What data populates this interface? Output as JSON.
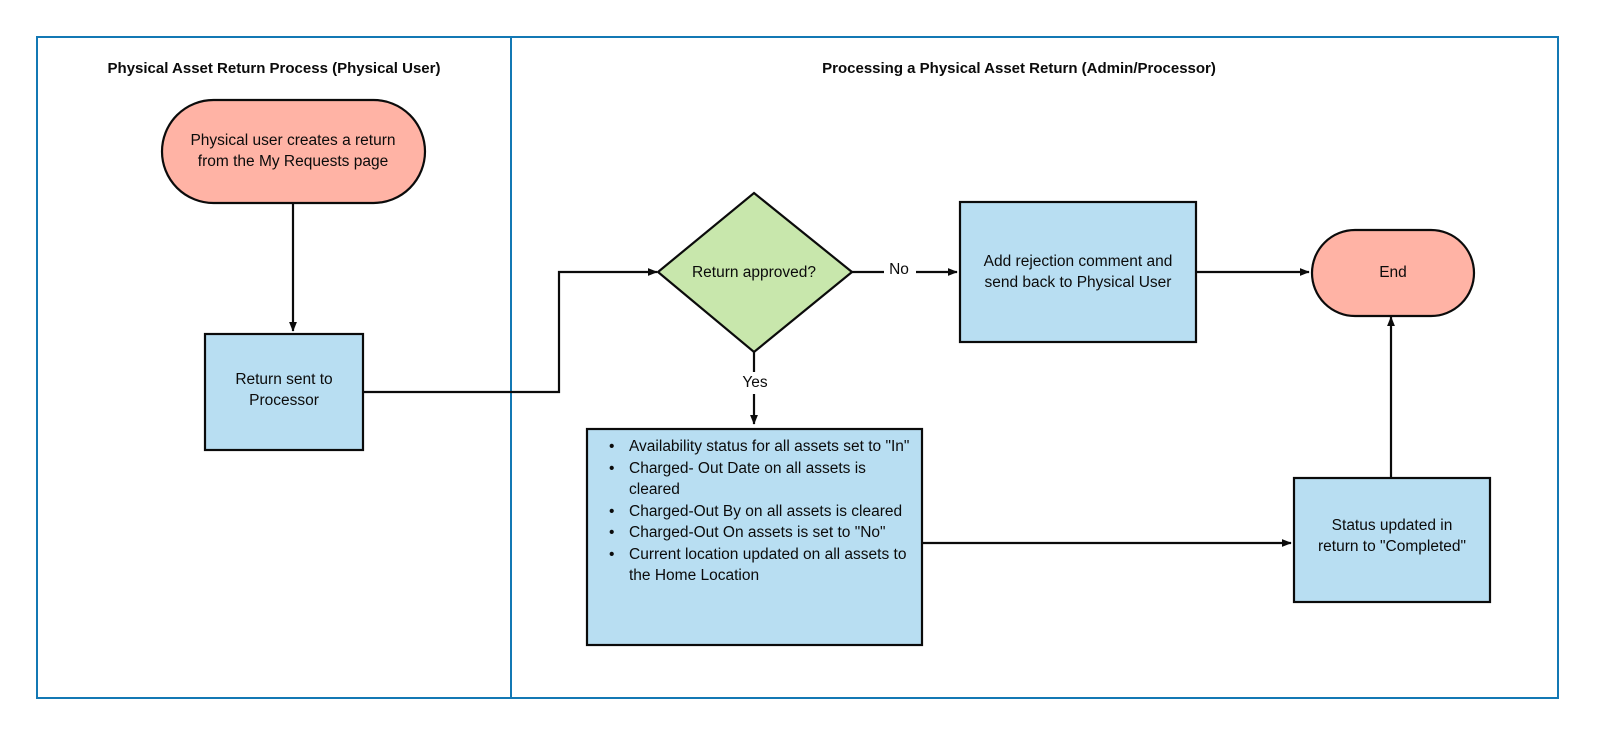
{
  "diagram": {
    "title_left": "Physical Asset Return Process (Physical User)",
    "title_right": "Processing a Physical Asset Return (Admin/Processor)",
    "colors": {
      "frame": "#1378b4",
      "start_end_fill": "#ffb3a5",
      "process_fill": "#b8def2",
      "decision_fill": "#c8e7ac",
      "shape_stroke": "#0b0b0b"
    },
    "nodes": {
      "start": {
        "type": "terminator",
        "line1": "Physical user creates a return",
        "line2": "from the My Requests page"
      },
      "return_sent": {
        "type": "process",
        "line1": "Return sent to",
        "line2": "Processor"
      },
      "decision": {
        "type": "decision",
        "label": "Return approved?"
      },
      "rejection": {
        "type": "process",
        "line1": "Add rejection comment and",
        "line2": "send back to Physical User"
      },
      "end": {
        "type": "terminator",
        "label": "End"
      },
      "asset_updates": {
        "type": "process",
        "bullets": [
          "Availability status for all assets set to \"In\"",
          "Charged- Out Date on all assets is cleared",
          "Charged-Out By on all assets is cleared",
          "Charged-Out On assets  is set to \"No\"",
          "Current location updated on all assets to the Home Location"
        ]
      },
      "status_updated": {
        "type": "process",
        "line1": "Status updated in",
        "line2": "return to \"Completed\""
      }
    },
    "edge_labels": {
      "no": "No",
      "yes": "Yes"
    }
  }
}
